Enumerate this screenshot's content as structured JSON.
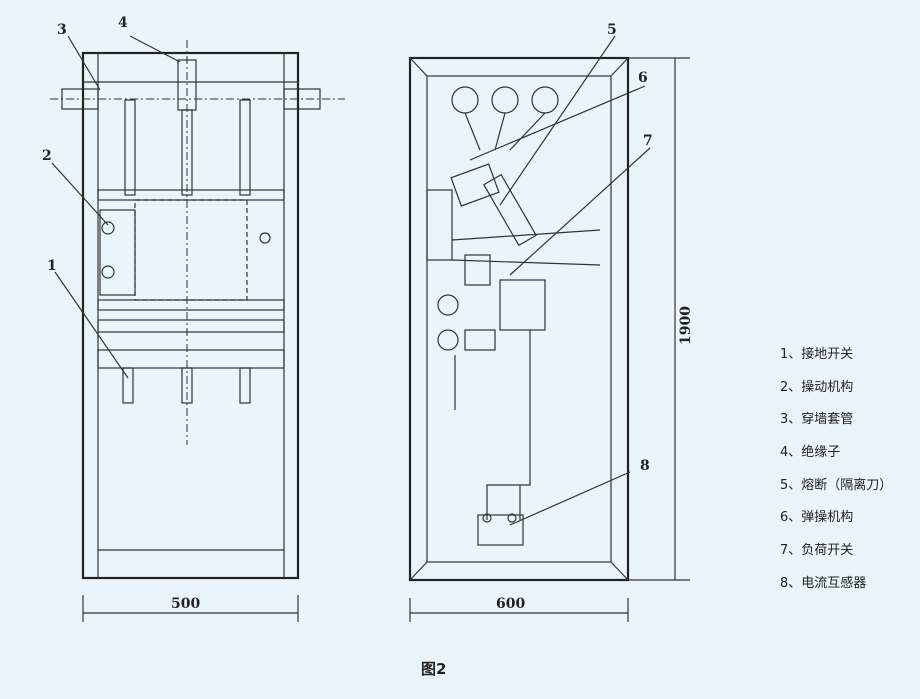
{
  "callouts": [
    "1",
    "2",
    "3",
    "4",
    "5",
    "6",
    "7",
    "8"
  ],
  "dimensions": {
    "left_width": "500",
    "right_width": "600",
    "height": "1900"
  },
  "legend": [
    "1、接地开关",
    "2、操动机构",
    "3、穿墙套管",
    "4、绝缘子",
    "5、熔断（隔离刀）",
    "6、弹操机构",
    "7、负荷开关",
    "8、电流互感器"
  ],
  "caption": "图2"
}
